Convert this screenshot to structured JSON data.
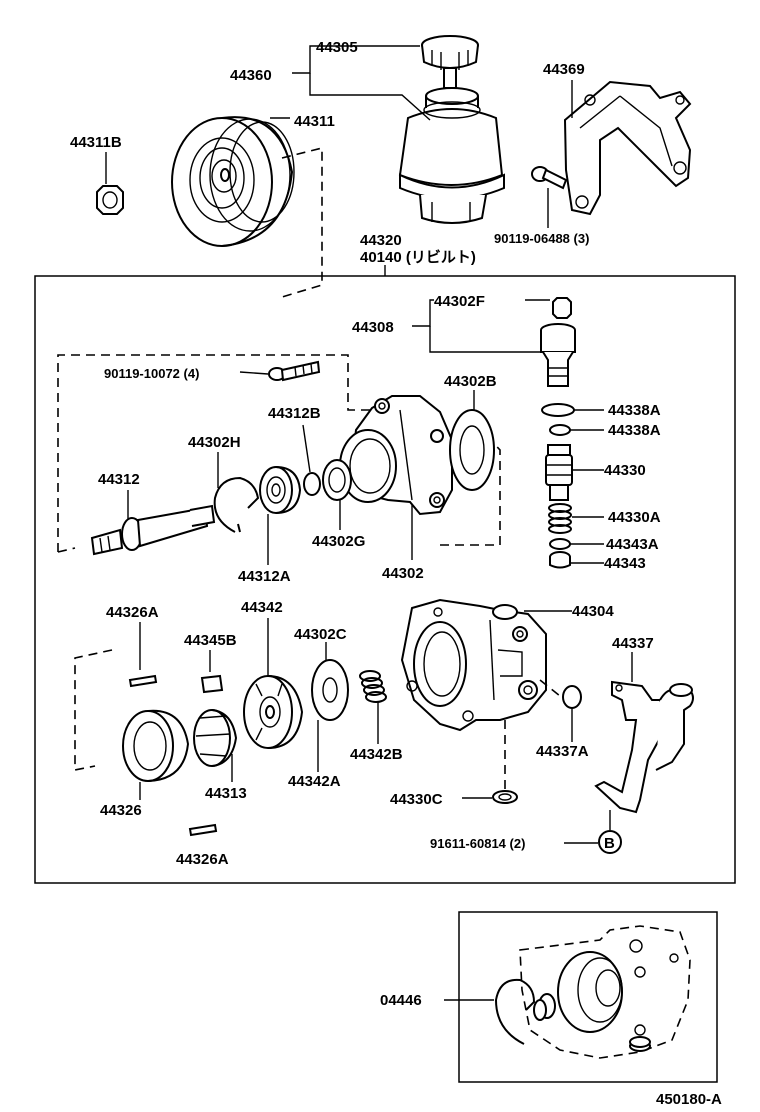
{
  "diagram_code": "450180-A",
  "labels": {
    "l44305": "44305",
    "l44360": "44360",
    "l44369": "44369",
    "l44311": "44311",
    "l44311B": "44311B",
    "l90119_06488": "90119-06488 (3)",
    "l44320": "44320",
    "l40140": "40140 (リビルト)",
    "l44302F": "44302F",
    "l44308": "44308",
    "l90119_10072": "90119-10072 (4)",
    "l44302B": "44302B",
    "l44338A_1": "44338A",
    "l44338A_2": "44338A",
    "l44312B": "44312B",
    "l44302H": "44302H",
    "l44312": "44312",
    "l44330": "44330",
    "l44330A": "44330A",
    "l44302G": "44302G",
    "l44343A": "44343A",
    "l44343": "44343",
    "l44312A": "44312A",
    "l44302": "44302",
    "l44342": "44342",
    "l44326A_top": "44326A",
    "l44304": "44304",
    "l44345B": "44345B",
    "l44302C": "44302C",
    "l44337": "44337",
    "l44342B": "44342B",
    "l44337A": "44337A",
    "l44342A": "44342A",
    "l44313": "44313",
    "l44326": "44326",
    "l44330C": "44330C",
    "l91611": "91611-60814 (2)",
    "lB": "B",
    "l44326A_bot": "44326A",
    "l04446": "04446"
  }
}
